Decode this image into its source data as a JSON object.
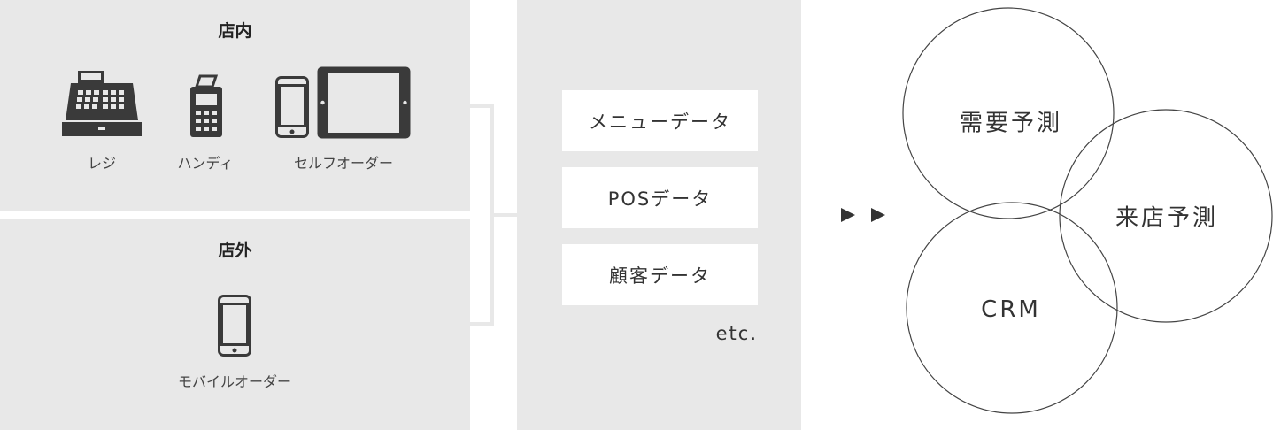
{
  "in_store": {
    "title": "店内",
    "devices": {
      "register": "レジ",
      "handy": "ハンディ",
      "self_order": "セルフオーダー"
    }
  },
  "outside_store": {
    "title": "店外",
    "devices": {
      "mobile_order": "モバイルオーダー"
    }
  },
  "data_sources": {
    "items": [
      "メニューデータ",
      "POSデータ",
      "顧客データ"
    ],
    "etc": "etc."
  },
  "outputs": {
    "demand_forecast": "需要予測",
    "visitor_forecast": "来店予測",
    "crm": "CRM"
  },
  "colors": {
    "panel_bg": "#e8e8e8",
    "icon": "#3a3a3a",
    "circle_stroke": "#444444"
  },
  "icons": [
    "cash-register-icon",
    "handheld-terminal-icon",
    "smartphone-icon",
    "tablet-icon",
    "play-arrow-icon"
  ]
}
